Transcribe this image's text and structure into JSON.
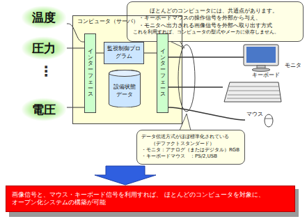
{
  "diagram": {
    "nodes": [
      {
        "text": [
          "ほとんどのコンピュータには、共通点があります。",
          "・キーボードマウスの操作信号を外部から与え、",
          "・モニタへ出力される画像信号を外部へ取り出す方式",
          "これを利用すれば、コンピュータの型式やメーカに依存しません。"
        ]
      },
      {
        "text": [
          "温度"
        ]
      },
      {
        "text": [
          "圧力"
        ]
      },
      {
        "text": [
          "電圧"
        ]
      },
      {
        "text": [
          "コンピュータ（サーバ）"
        ]
      },
      {
        "text": [
          "インターフェース"
        ],
        "in": 4
      },
      {
        "text": [
          "監視制御プログラム"
        ],
        "in": 4
      },
      {
        "text": [
          "設備状態データ"
        ],
        "in": 4
      },
      {
        "text": [
          "インターフェース"
        ],
        "in": 4
      },
      {
        "text": [
          "モニタ"
        ]
      },
      {
        "text": [
          "キーボード"
        ]
      },
      {
        "text": [
          "マウス"
        ]
      },
      {
        "text": [
          "データ伝送方式がほぼ標準化されている",
          "（デファクトスタンダード）",
          "・モニタ：アナログ（またはデジタル）RGB",
          "・キーボードマウス　：PS/2,USB"
        ]
      },
      {
        "text": [
          "画像信号と、マウス・キーボード信号を利用すれば、 ほとんどのコンピュータを対象に、オープン化システムの構築が可能"
        ]
      }
    ],
    "edges": [
      {
        "from": 1,
        "to": 5,
        "arrow": "none"
      },
      {
        "from": 2,
        "to": 5,
        "arrow": "none"
      },
      {
        "from": 3,
        "to": 5,
        "arrow": "none"
      },
      {
        "from": 5,
        "to": 6,
        "arrow": "none"
      },
      {
        "from": 6,
        "to": 8,
        "arrow": "none"
      },
      {
        "from": 8,
        "to": 9,
        "arrow": "none"
      },
      {
        "from": 8,
        "to": 10,
        "arrow": "none"
      },
      {
        "from": 8,
        "to": 11,
        "arrow": "none"
      }
    ],
    "labels": [
      "⋮"
    ]
  }
}
